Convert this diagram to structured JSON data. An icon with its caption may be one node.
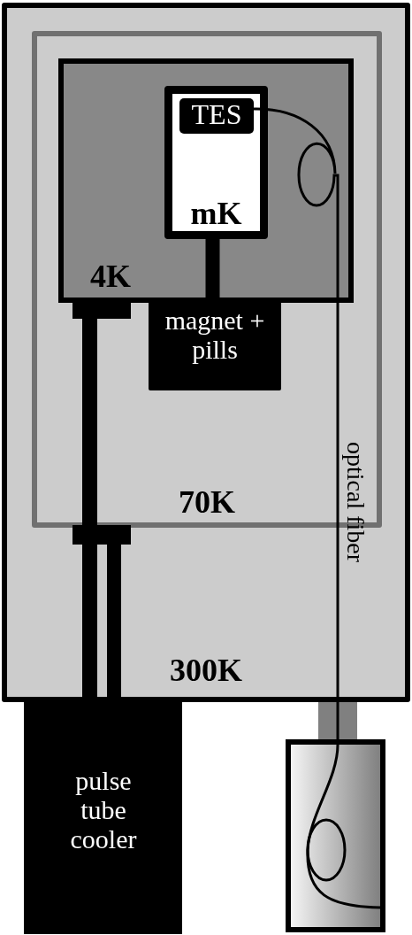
{
  "diagram": {
    "nodes": [
      {
        "text": [
          "300K"
        ]
      },
      {
        "text": [
          "70K"
        ],
        "in": 0
      },
      {
        "text": [
          "4K"
        ],
        "in": 1
      },
      {
        "text": [
          "mK"
        ],
        "in": 2
      },
      {
        "text": [
          "TES"
        ],
        "in": 3
      },
      {
        "text": [
          "magnet + pills"
        ],
        "in": 1
      },
      {
        "text": [
          "pulse tube cooler"
        ]
      },
      {
        "text": [],
        "shape": "box"
      }
    ],
    "edges": [
      {
        "from": 4,
        "to": 7,
        "arrow": "none",
        "label": "optical fiber"
      },
      {
        "from": 3,
        "to": 5,
        "arrow": "none"
      },
      {
        "from": 6,
        "to": 2,
        "arrow": "none"
      },
      {
        "from": 6,
        "to": 1,
        "arrow": "none"
      }
    ]
  }
}
